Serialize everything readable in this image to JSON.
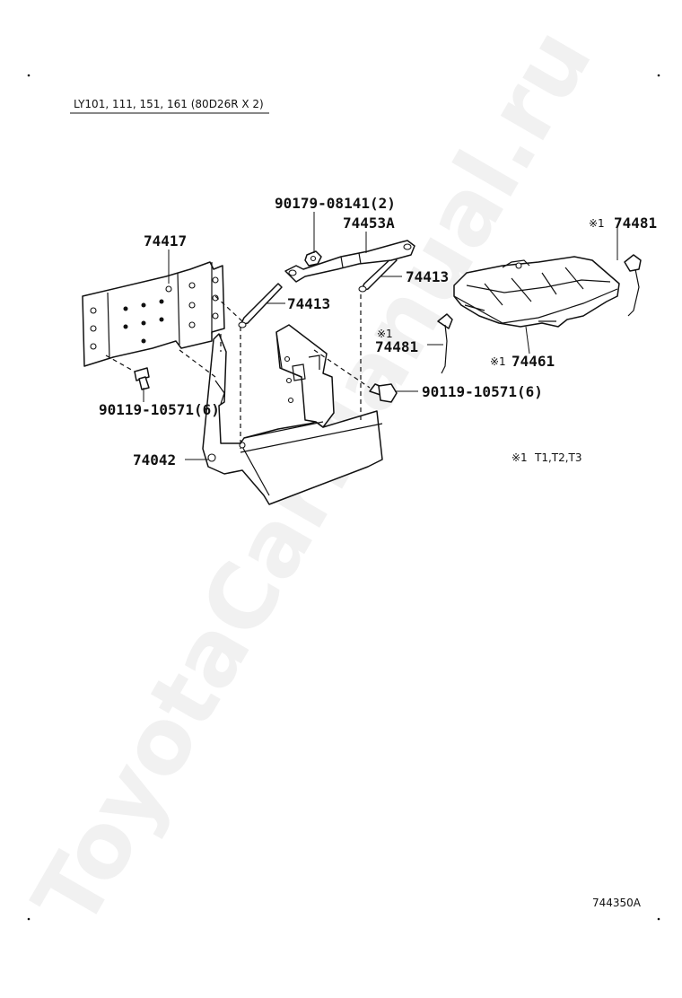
{
  "header": {
    "model_code": "LY101, 111, 151, 161 (80D26R X 2)"
  },
  "watermark": "ToyotaCarManual.ru",
  "callouts": {
    "p1": "90179-08141(2)",
    "p2": "74453A",
    "p3": "74417",
    "p4": "74413",
    "p5": "74413",
    "p6": "74481",
    "p7": "74481",
    "p8": "74461",
    "p9": "90119-10571(6)",
    "p10": "90119-10571(6)",
    "p11": "74042"
  },
  "marks": {
    "note_mark": "※1",
    "note_text": "T1,T2,T3"
  },
  "figure_id": "744350A"
}
